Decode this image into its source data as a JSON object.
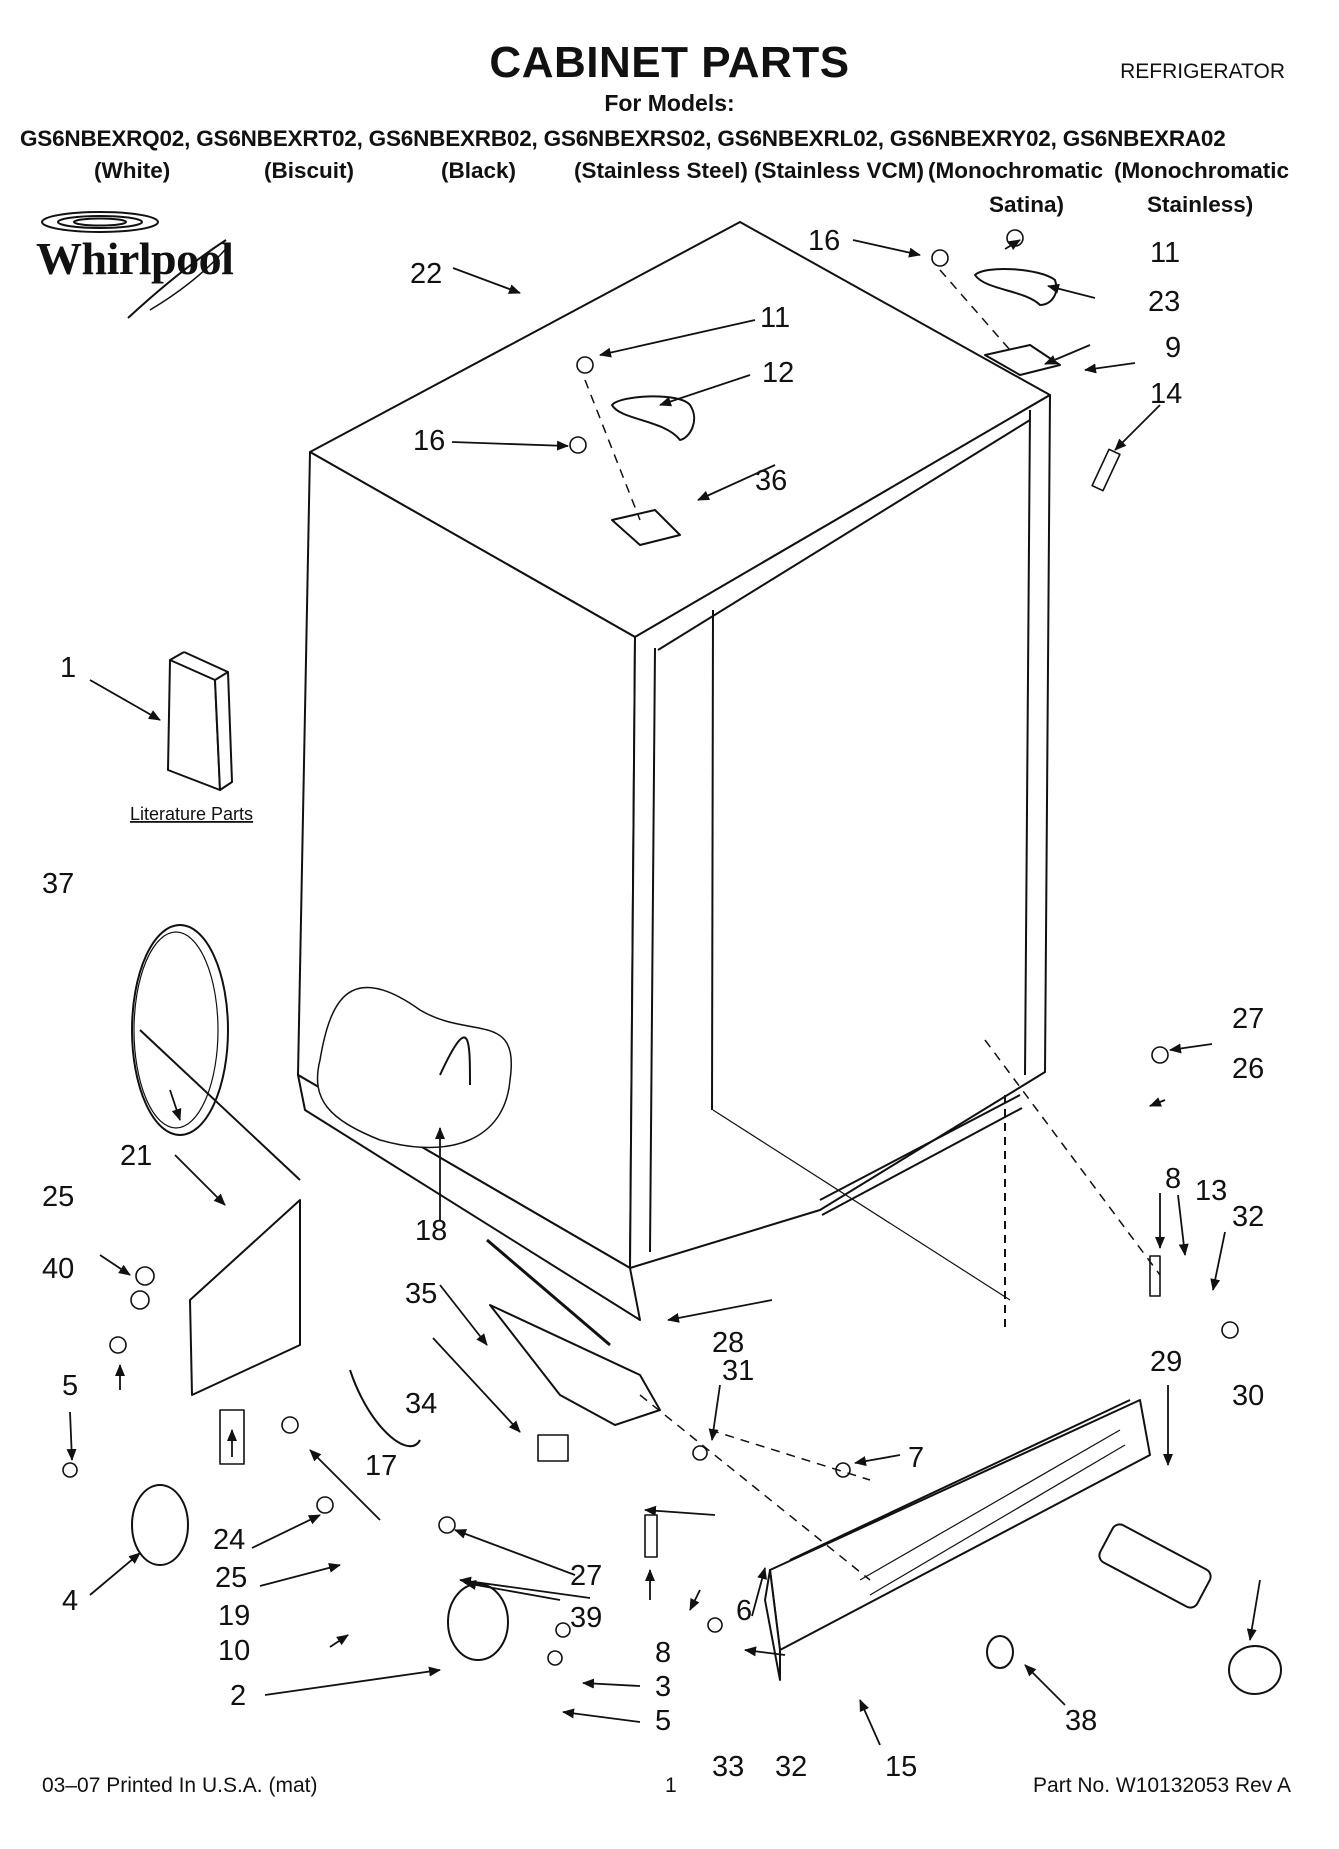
{
  "header": {
    "title": "CABINET PARTS",
    "appliance": "REFRIGERATOR",
    "for_models": "For Models:",
    "models": "GS6NBEXRQ02, GS6NBEXRT02, GS6NBEXRB02, GS6NBEXRS02, GS6NBEXRL02, GS6NBEXRY02, GS6NBEXRA02",
    "finishes": [
      "(White)",
      "(Biscuit)",
      "(Black)",
      "(Stainless Steel)",
      "(Stainless VCM)",
      "(Monochromatic",
      "(Monochromatic"
    ],
    "finishes_second_line": [
      "Satina)",
      "Stainless)"
    ]
  },
  "brand": {
    "logo_text": "Whirlpool"
  },
  "diagram": {
    "literature_label": "Literature Parts",
    "callouts": {
      "c1": "1",
      "c2": "2",
      "c3": "3",
      "c4": "4",
      "c5a": "5",
      "c5b": "5",
      "c6": "6",
      "c7": "7",
      "c8a": "8",
      "c8b": "8",
      "c9": "9",
      "c10": "10",
      "c11a": "11",
      "c11b": "11",
      "c12": "12",
      "c13": "13",
      "c14": "14",
      "c15": "15",
      "c16a": "16",
      "c16b": "16",
      "c17": "17",
      "c18": "18",
      "c19": "19",
      "c21": "21",
      "c22": "22",
      "c23": "23",
      "c24": "24",
      "c25a": "25",
      "c25b": "25",
      "c26": "26",
      "c27a": "27",
      "c27b": "27",
      "c28": "28",
      "c29": "29",
      "c30": "30",
      "c31": "31",
      "c32a": "32",
      "c32b": "32",
      "c33": "33",
      "c34": "34",
      "c35": "35",
      "c36": "36",
      "c37": "37",
      "c38": "38",
      "c39": "39",
      "c40": "40"
    }
  },
  "footer": {
    "printed": "03–07 Printed In U.S.A. (mat)",
    "page": "1",
    "part_no": "Part No. W10132053 Rev A"
  }
}
